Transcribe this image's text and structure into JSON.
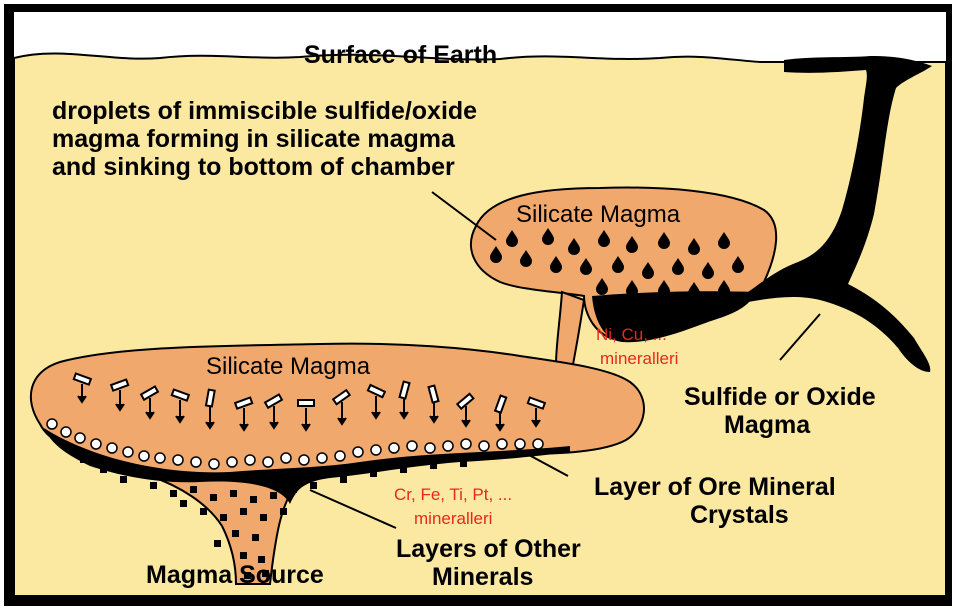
{
  "colors": {
    "background": "#ffffff",
    "frame": "#000000",
    "ground": "#fbe9a2",
    "magma": "#f1a86c",
    "ore": "#000000",
    "crystal": "#ffffff",
    "note": "#e8281a"
  },
  "labels": {
    "surface": "Surface of Earth",
    "droplets_line1": "droplets of immiscible sulfide/oxide",
    "droplets_line2": "magma forming in silicate magma",
    "droplets_line3": "and sinking to bottom of chamber",
    "upper_chamber": "Silicate Magma",
    "lower_chamber": "Silicate Magma",
    "ni_cu_line1": "Ni, Cu, ...",
    "ni_cu_line2": "mineralleri",
    "sulfide_line1": "Sulfide or Oxide",
    "sulfide_line2": "Magma",
    "ore_layer_line1": "Layer of Ore Mineral",
    "ore_layer_line2": "Crystals",
    "cr_fe_line1": "Cr, Fe, Ti, Pt, ...",
    "cr_fe_line2": "mineralleri",
    "other_layers_line1": "Layers of Other",
    "other_layers_line2": "Minerals",
    "magma_source": "Magma Source"
  }
}
